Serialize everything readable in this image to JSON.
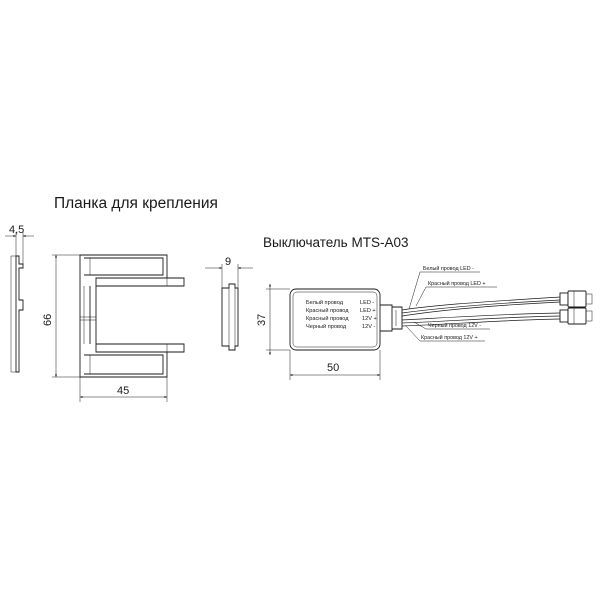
{
  "titles": {
    "bracket": "Планка для крепления",
    "switch": "Выключатель MTS-A03"
  },
  "dimensions": {
    "bracket_thickness": "4,5",
    "bracket_height": "66",
    "bracket_width": "45",
    "switch_depth": "9",
    "switch_height": "37",
    "switch_width": "50"
  },
  "switch_labels": {
    "rows": [
      {
        "name": "Белый провод",
        "value": "LED -"
      },
      {
        "name": "Красный провод",
        "value": "LED +"
      },
      {
        "name": "Красный провод",
        "value": "12V +"
      },
      {
        "name": "Черный провод",
        "value": "12V -"
      }
    ]
  },
  "wire_callouts": {
    "white_led_minus": "Белый провод LED -",
    "red_led_plus": "Красный провод LED +",
    "black_12v_minus": "Черный провод 12V -",
    "red_12v_plus": "Красный провод 12V +"
  }
}
